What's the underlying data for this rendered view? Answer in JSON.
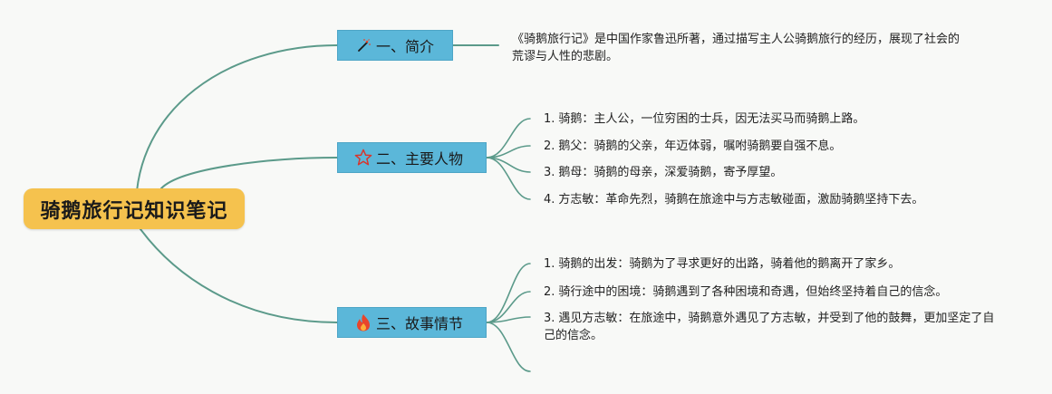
{
  "root": {
    "title": "骑鹅旅行记知识笔记"
  },
  "branches": {
    "intro": {
      "label": "一、简介",
      "icon": "magic-wand-icon",
      "text": "《骑鹅旅行记》是中国作家鲁迅所著，通过描写主人公骑鹅旅行的经历，展现了社会的荒谬与人性的悲剧。"
    },
    "characters": {
      "label": "二、主要人物",
      "icon": "star-outline-icon",
      "items": [
        {
          "num": "1.",
          "text": "骑鹅：主人公，一位穷困的士兵，因无法买马而骑鹅上路。"
        },
        {
          "num": "2.",
          "text": "鹅父：骑鹅的父亲，年迈体弱，嘱咐骑鹅要自强不息。"
        },
        {
          "num": "3.",
          "text": "鹅母：骑鹅的母亲，深爱骑鹅，寄予厚望。"
        },
        {
          "num": "4.",
          "text": "方志敏：革命先烈，骑鹅在旅途中与方志敏碰面，激励骑鹅坚持下去。"
        }
      ]
    },
    "plot": {
      "label": "三、故事情节",
      "icon": "fire-icon",
      "items": [
        {
          "num": "1.",
          "text": "骑鹅的出发：骑鹅为了寻求更好的出路，骑着他的鹅离开了家乡。"
        },
        {
          "num": "2.",
          "text": "骑行途中的困境：骑鹅遇到了各种困境和奇遇，但始终坚持着自己的信念。"
        },
        {
          "num": "3.",
          "text": "遇见方志敏：在旅途中，骑鹅意外遇见了方志敏，并受到了他的鼓舞，更加坚定了自己的信念。"
        }
      ]
    }
  },
  "colors": {
    "root_fill": "#f5c24e",
    "branch_fill": "#5bb7d9",
    "connector": "#5b9a8a",
    "fire": "#e8452c",
    "star": "#d9342b"
  }
}
